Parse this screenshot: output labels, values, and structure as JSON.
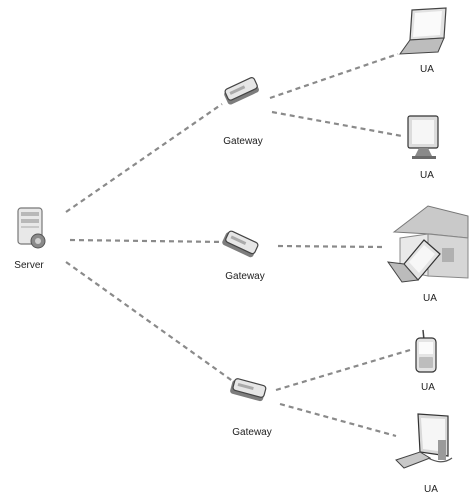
{
  "nodes": {
    "server": {
      "label": "Server",
      "icon": "server-icon"
    },
    "gateway_top": {
      "label": "Gateway",
      "icon": "gateway-icon"
    },
    "gateway_mid": {
      "label": "Gateway",
      "icon": "gateway-icon"
    },
    "gateway_bottom": {
      "label": "Gateway",
      "icon": "gateway-icon"
    },
    "ua_laptop": {
      "label": "UA",
      "icon": "laptop-icon"
    },
    "ua_monitor": {
      "label": "UA",
      "icon": "monitor-icon"
    },
    "ua_home": {
      "label": "UA",
      "icon": "house-laptop-icon"
    },
    "ua_phone": {
      "label": "UA",
      "icon": "mobile-phone-icon"
    },
    "ua_desktop": {
      "label": "UA",
      "icon": "desktop-computer-icon"
    }
  },
  "connections": [
    {
      "from": "server",
      "to": "gateway_top"
    },
    {
      "from": "server",
      "to": "gateway_mid"
    },
    {
      "from": "server",
      "to": "gateway_bottom"
    },
    {
      "from": "gateway_top",
      "to": "ua_laptop"
    },
    {
      "from": "gateway_top",
      "to": "ua_monitor"
    },
    {
      "from": "gateway_mid",
      "to": "ua_home"
    },
    {
      "from": "gateway_bottom",
      "to": "ua_phone"
    },
    {
      "from": "gateway_bottom",
      "to": "ua_desktop"
    }
  ],
  "style": {
    "line_color": "#8a8a8a",
    "icon_gray": "#9a9a9a",
    "icon_dark": "#555555"
  }
}
